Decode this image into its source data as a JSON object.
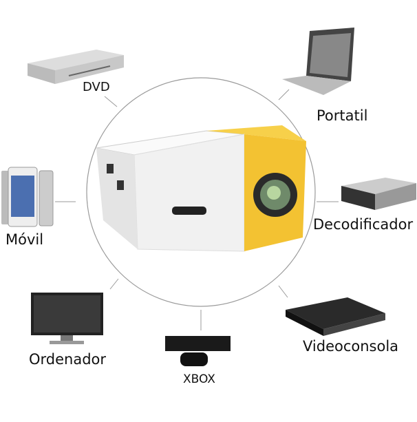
{
  "labels": {
    "dvd": "DVD",
    "laptop": "Portatil",
    "phone": "Móvil",
    "decoder": "Decodificador",
    "computer": "Ordenador",
    "xbox": "XBOX",
    "console": "Videoconsola"
  },
  "colors": {
    "projector_yellow": "#f3c232",
    "projector_white": "#f4f4f4",
    "line": "#999999"
  }
}
